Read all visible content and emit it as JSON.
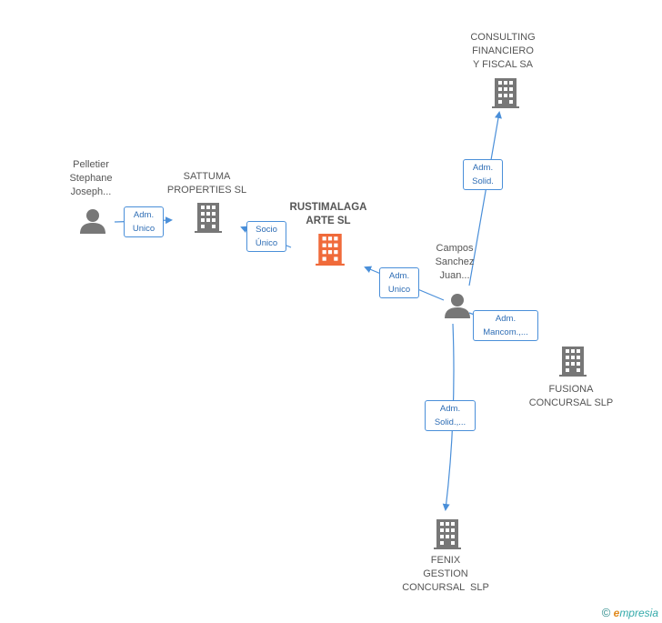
{
  "nodes": {
    "consulting": {
      "lines": [
        "CONSULTING",
        "FINANCIERO",
        "Y FISCAL SA"
      ]
    },
    "sattuma": {
      "lines": [
        "SATTUMA",
        "PROPERTIES SL"
      ]
    },
    "rustimalaga": {
      "lines": [
        "RUSTIMALAGA",
        "ARTE SL"
      ]
    },
    "pelletier": {
      "lines": [
        "Pelletier",
        "Stephane",
        "Joseph..."
      ]
    },
    "campos": {
      "lines": [
        "Campos",
        "Sanchez",
        "Juan..."
      ]
    },
    "fusiona": {
      "lines": [
        "FUSIONA",
        "CONCURSAL SLP"
      ]
    },
    "fenix": {
      "lines": [
        "FENIX",
        "GESTION",
        "CONCURSAL  SLP"
      ]
    }
  },
  "edges": {
    "pelletier_sattuma": {
      "lines": [
        "Adm.",
        "Unico"
      ]
    },
    "rustimalaga_sattuma": {
      "lines": [
        "Socio",
        "Único"
      ]
    },
    "campos_rustimalaga": {
      "lines": [
        "Adm.",
        "Unico"
      ]
    },
    "campos_consulting": {
      "lines": [
        "Adm.",
        "Solid."
      ]
    },
    "campos_fusiona": {
      "lines": [
        "Adm.",
        "Mancom.,..."
      ]
    },
    "campos_fenix": {
      "lines": [
        "Adm.",
        "Solid.,..."
      ]
    }
  },
  "colors": {
    "building": "#777777",
    "focus_building": "#f06a3a",
    "person": "#777777",
    "edge": "#4a8fd9"
  },
  "footer": {
    "copyright": "©",
    "brand_e": "e",
    "brand_rest": "mpresia"
  }
}
